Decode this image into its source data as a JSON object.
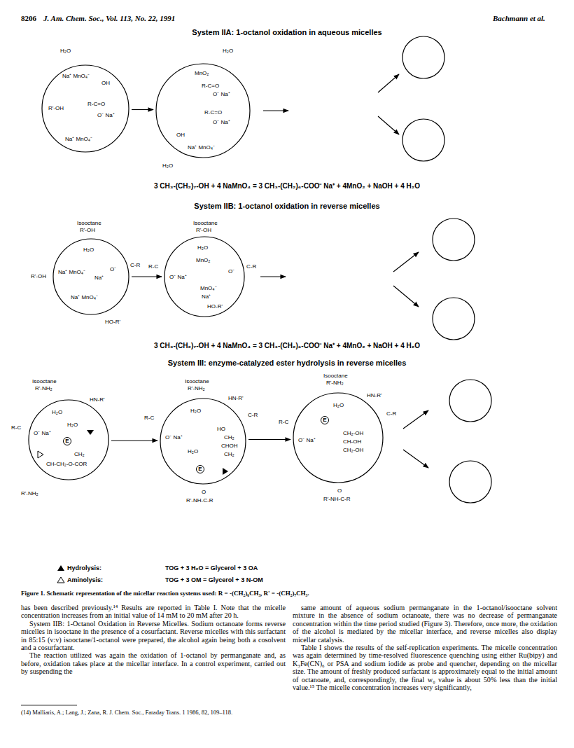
{
  "diagram": {
    "caption": "Figure 1. Schematic representation of the micellar reaction systems used: R = -(CH₂)₆CH₃, R' = -(CH₂)₇CH₃.",
    "nodes": [
      {
        "text": [
          "Na⁺ MnO₄⁻",
          "OH",
          "R'-OH",
          "R-C=O",
          "O⁻ Na⁺",
          "Na⁺ MnO₄⁻"
        ]
      },
      {
        "text": [
          "MnO₂",
          "R-C=O",
          "O⁻ Na⁺",
          "R-C=O",
          "O⁻ Na⁺",
          "OH",
          "Na⁺ MnO₄⁻"
        ]
      },
      {
        "text": [
          "H₂O",
          "Na⁺ MnO₄⁻",
          "Na⁺",
          "O⁻",
          "Na⁺ MnO₄⁻"
        ]
      },
      {
        "text": [
          "H₂O",
          "MnO₂",
          "O⁻ Na⁺",
          "O⁻",
          "MnO₄⁻",
          "Na⁺",
          "HO-R'"
        ]
      },
      {
        "text": [
          "H₂O",
          "O⁻ Na⁺",
          "H₂O",
          "E",
          "CH₂",
          "CH-CH₂-O-COR"
        ]
      },
      {
        "text": [
          "H₂O",
          "O⁻ Na⁺",
          "H₂O",
          "HO",
          "CH₂",
          "CHOH",
          "CH₂",
          "E"
        ]
      },
      {
        "text": [
          "H₂O",
          "E",
          "O⁻ Na⁺",
          "CH₂-OH",
          "CH-OH",
          "CH₂-OH"
        ]
      }
    ],
    "edges": [
      {
        "from": 0,
        "to": 1,
        "arrow": "to"
      },
      {
        "from": 2,
        "to": 3,
        "arrow": "to"
      },
      {
        "from": 4,
        "to": 5,
        "arrow": "to"
      },
      {
        "from": 5,
        "to": 6,
        "arrow": "to"
      }
    ],
    "labels": [
      "8206",
      "J. Am. Chem. Soc., Vol. 113, No. 22, 1991",
      "Bachmann et al.",
      "System IIA: 1-octanol oxidation in aqueous micelles",
      "H₂O",
      "H₂O",
      "H₂O",
      "3 CH₃-(CH₂)₇-OH + 4 NaMnO₄ = 3 CH₃-(CH₂)₆-COO⁻ Na⁺ + 4MnO₂ + NaOH + 4 H₂O",
      "System IIB: 1-octanol oxidation in reverse micelles",
      "Isooctane",
      "R'-OH",
      "Isooctane",
      "R'-OH",
      "R'-OH",
      "C-R",
      "HO-R'",
      "R-C",
      "C-R",
      "3 CH₃-(CH₂)₇-OH + 4 NaMnO₄ = 3 CH₃-(CH₂)₆-COO⁻ Na⁺ + 4MnO₂ + NaOH + 4 H₂O",
      "System III: enzyme-catalyzed ester hydrolysis in reverse micelles",
      "Isooctane",
      "R'-NH₂",
      "Isooctane",
      "R'-NH₂",
      "Isooctane",
      "R'-NH₂",
      "HN-R'",
      "R-C",
      "R'-NH₂",
      "HN-R'",
      "R-C",
      "C-R",
      "O",
      "R'-NH-C-R",
      "HN-R'",
      "R-C",
      "C-R",
      "O",
      "R'-NH-C-R",
      "TOG + 3 H₂O = Glycerol + 3 OA",
      "TOG + 3 OM = Glycerol + 3 N-OM",
      "has been described previously.¹⁴ Results are reported in Table I. Note that the micelle concentration increases from an initial value of 14 mM to 20 mM after 20 h.",
      "System IIB: 1-Octanol Oxidation in Reverse Micelles. Sodium octanoate forms reverse micelles in isooctane in the presence of a cosurfactant. Reverse micelles with this surfactant in 85:15 (v:v) isooctane/1-octanol were prepared, the alcohol again being both a cosolvent and a cosurfactant.",
      "The reaction utilized was again the oxidation of 1-octanol by permanganate and, as before, oxidation takes place at the micellar interface. In a control experiment, carried out by suspending the",
      "(14) Malliaris, A.; Lang, J.; Zana, R. J. Chem. Soc., Faraday Trans. 1 1986, 82, 109–118.",
      "same amount of aqueous sodium permanganate in the 1-octanol/isooctane solvent mixture in the absence of sodium octanoate, there was no decrease of permanganate concentration within the time period studied (Figure 3). Therefore, once more, the oxidation of the alcohol is mediated by the micellar interface, and reverse micelles also display micellar catalysis.",
      "Table I shows the results of the self-replication experiments. The micelle concentration was again determined by time-resolved fluorescence quenching using either Ru(bipy) and K₃Fe(CN)₆ or PSA and sodium iodide as probe and quencher, depending on the micellar size. The amount of freshly produced surfactant is approximately equal to the initial amount of octanoate, and, correspondingly, the final w₀ value is about 50% less than the initial value.¹⁵ The micelle concentration increases very significantly,"
    ],
    "legend": [
      {
        "text": "Hydrolysis:"
      },
      {
        "text": "Aminolysis:"
      }
    ]
  }
}
